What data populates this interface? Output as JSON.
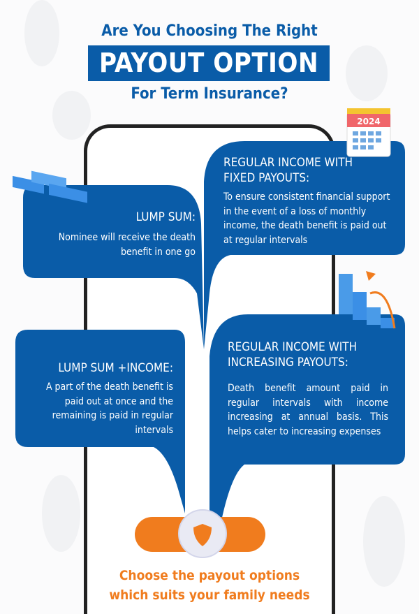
{
  "title": {
    "line1": "Are You Choosing The Right",
    "highlight": "PAYOUT OPTION",
    "line3": "For Term Insurance?"
  },
  "options": [
    {
      "heading": "LUMP SUM:",
      "description": "Nominee will receive the death benefit in one go",
      "icon": "cash-stack-icon"
    },
    {
      "heading": "REGULAR INCOME WITH FIXED PAYOUTS:",
      "description": "To ensure consistent financial support in the event of a loss of monthly income, the death benefit is paid out at regular intervals",
      "icon": "calendar-icon",
      "calendar_year": "2024"
    },
    {
      "heading": "LUMP SUM +INCOME:",
      "description": "A part of the death benefit is paid out at once and the remaining is paid in regular intervals"
    },
    {
      "heading": "REGULAR INCOME WITH INCREASING PAYOUTS:",
      "description": "Death benefit amount paid in regular intervals with income increasing at annual basis. This helps cater to increasing expenses",
      "icon": "growing-money-icon"
    }
  ],
  "footer": "Choose the payout options which suits your family needs",
  "colors": {
    "blue": "#0a5ca8",
    "orange": "#f07c1e"
  }
}
